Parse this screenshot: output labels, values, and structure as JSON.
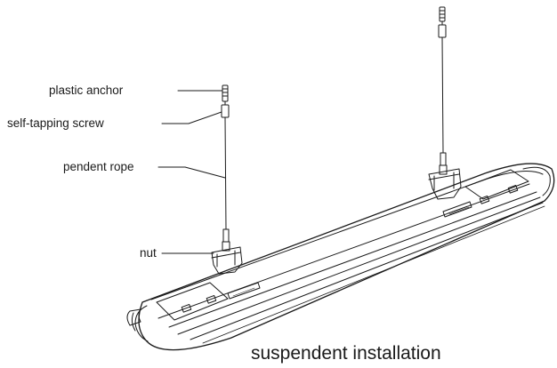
{
  "labels": {
    "plastic_anchor": "plastic anchor",
    "self_tapping_screw": "self-tapping screw",
    "pendent_rope": "pendent rope",
    "nut": "nut"
  },
  "caption": "suspendent installation",
  "colors": {
    "line": "#1a1a1a",
    "background": "#ffffff"
  }
}
